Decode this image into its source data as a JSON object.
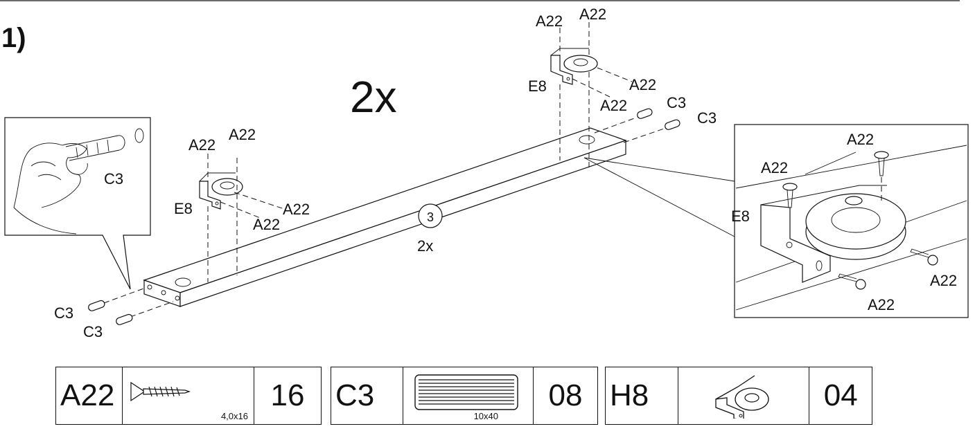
{
  "step_label": "1)",
  "multiplier": "2x",
  "labels": {
    "a22": "A22",
    "c3": "C3",
    "e8": "E8",
    "panel_id": "3",
    "panel_qty": "2x"
  },
  "parts": [
    {
      "code": "A22",
      "size": "4,0x16",
      "qty": "16",
      "icon": "screw-icon"
    },
    {
      "code": "C3",
      "size": "10x40",
      "qty": "08",
      "icon": "dowel-icon"
    },
    {
      "code": "H8",
      "size": "",
      "qty": "04",
      "icon": "caster-icon"
    }
  ]
}
